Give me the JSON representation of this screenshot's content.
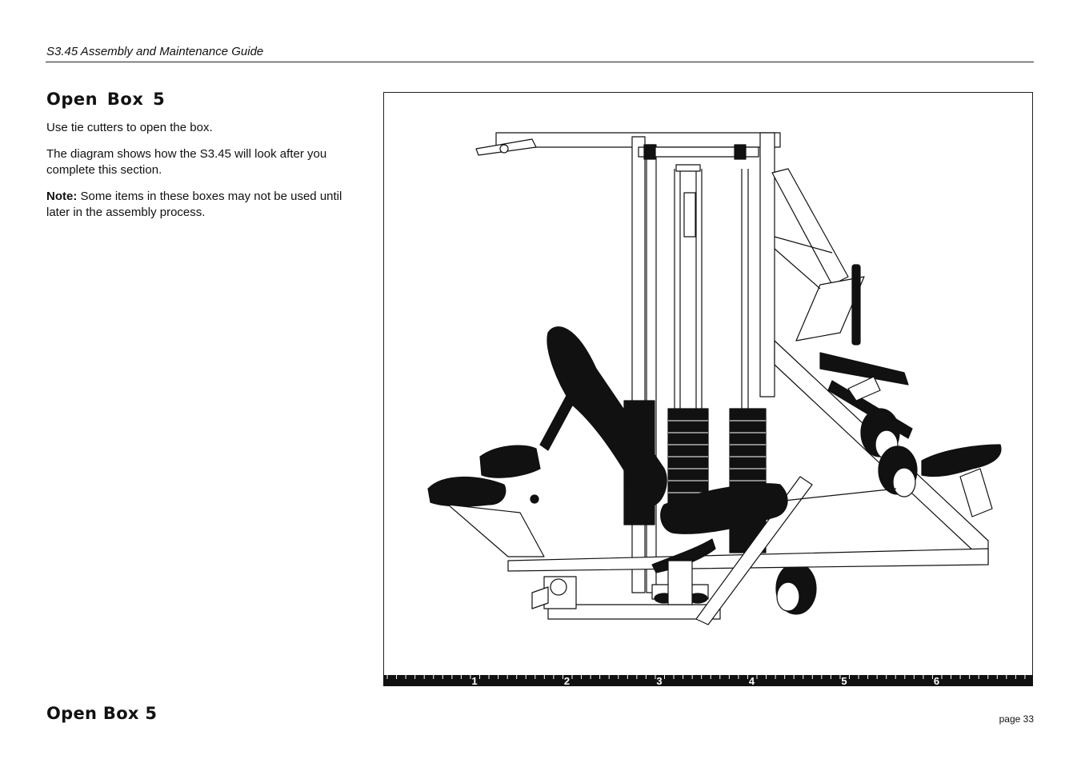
{
  "header": {
    "title": "S3.45 Assembly and Maintenance Guide"
  },
  "section": {
    "heading": "Open Box 5",
    "paragraphs": {
      "p1": "Use tie cutters to open the box.",
      "p2": "The diagram shows how the S3.45 will look after you complete this section.",
      "p3_label": "Note:",
      "p3_text": " Some items in these boxes may not be used until later in the assembly process."
    }
  },
  "figure": {
    "illustration_icon": "home-gym-diagram-icon",
    "ruler_labels": [
      "1",
      "2",
      "3",
      "4",
      "5",
      "6"
    ]
  },
  "footer": {
    "heading": "Open Box 5",
    "page": "page 33"
  },
  "colors": {
    "ink": "#111111",
    "paper": "#ffffff"
  }
}
